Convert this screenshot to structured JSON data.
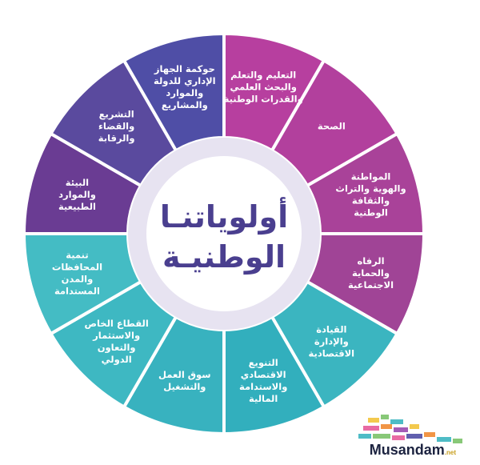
{
  "center": {
    "title_line1": "أولوياتنـا",
    "title_line2": "الوطنيـة"
  },
  "segments": [
    {
      "lines": [
        "التعليم والتعلم",
        "والبحث العلمي",
        "والقدرات الوطنية"
      ],
      "color": "#b73f9f"
    },
    {
      "lines": [
        "الصحة"
      ],
      "color": "#b2409d"
    },
    {
      "lines": [
        "المواطنة",
        "والهوية والتراث",
        "والثقافة",
        "الوطنية"
      ],
      "color": "#a94299"
    },
    {
      "lines": [
        "الرفاه",
        "والحماية",
        "الاجتماعية"
      ],
      "color": "#a04496"
    },
    {
      "lines": [
        "القيادة",
        "والإدارة",
        "الاقتصادية"
      ],
      "color": "#3bb5c0"
    },
    {
      "lines": [
        "التنويع",
        "الاقتصادي",
        "والاستدامة",
        "المالية"
      ],
      "color": "#32afbd"
    },
    {
      "lines": [
        "سوق العمل",
        "والتشغيل"
      ],
      "color": "#38b2bf"
    },
    {
      "lines": [
        "القطاع الخاص",
        "والاستثمار",
        "والتعاون",
        "الدولي"
      ],
      "color": "#3eb8c2"
    },
    {
      "lines": [
        "تنمية",
        "المحافظات",
        "والمدن",
        "المستدامة"
      ],
      "color": "#44bcc4"
    },
    {
      "lines": [
        "البيئة",
        "والموارد",
        "الطبيعية"
      ],
      "color": "#6a3c93"
    },
    {
      "lines": [
        "التشريع",
        "والقضاء",
        "والرقابة"
      ],
      "color": "#5a4a9e"
    },
    {
      "lines": [
        "حوكمة الجهاز",
        "الإداري للدولة",
        "والموارد",
        "والمشاريع"
      ],
      "color": "#4f4ea6"
    }
  ],
  "watermark": {
    "text": "Musandam",
    "suffix": ".net"
  }
}
